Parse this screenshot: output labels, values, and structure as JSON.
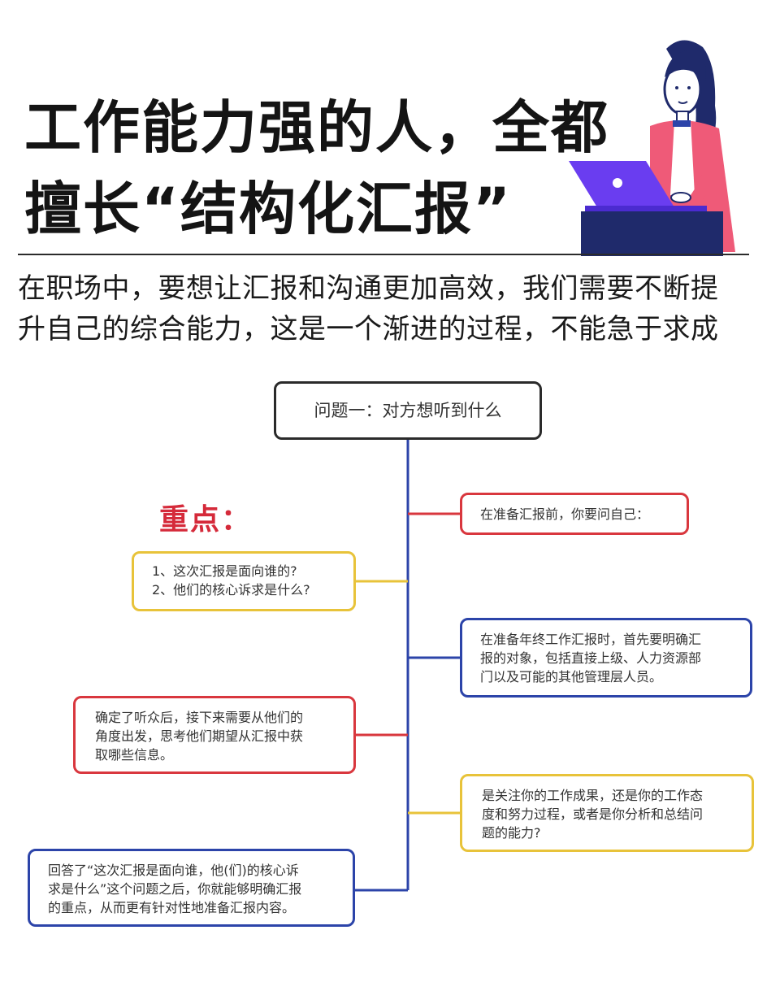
{
  "header": {
    "title_line_1": "工作能力强的人，全都",
    "title_line_2": "擅长“结构化汇报”"
  },
  "intro": {
    "line_1": "在职场中，要想让汇报和沟通更加高效，我们需要不断提",
    "line_2": "升自己的综合能力，这是一个渐进的过程，不能急于求成"
  },
  "diagram": {
    "question": "问题一：对方想听到什么",
    "keypoint_label": "重点：",
    "prepare": "在准备汇报前，你要问自己：",
    "questions": [
      "1、这次汇报是面向谁的?",
      "2、他们的核心诉求是什么?"
    ],
    "audience": [
      "在准备年终工作汇报时，首先要明确汇",
      "报的对象，包括直接上级、人力资源部",
      "门以及可能的其他管理层人员。"
    ],
    "perspective": [
      "确定了听众后，接下来需要从他们的",
      "角度出发，思考他们期望从汇报中获",
      "取哪些信息。"
    ],
    "focus": [
      "是关注你的工作成果，还是你的工作态",
      "度和努力过程，或者是你分析和总结问",
      "题的能力?"
    ],
    "conclusion": [
      "回答了“这次汇报是面向谁，他(们)的核心诉",
      "求是什么”这个问题之后，你就能够明确汇报",
      "的重点，从而更有针对性地准备汇报内容。"
    ]
  },
  "colors": {
    "red": "#d9373e",
    "yellow": "#e8c33a",
    "blue": "#2c44a9",
    "dark": "#2a2a2a",
    "keypoint": "#d52a3a"
  },
  "illustration": {
    "description_icon": "woman-at-laptop-icon"
  }
}
